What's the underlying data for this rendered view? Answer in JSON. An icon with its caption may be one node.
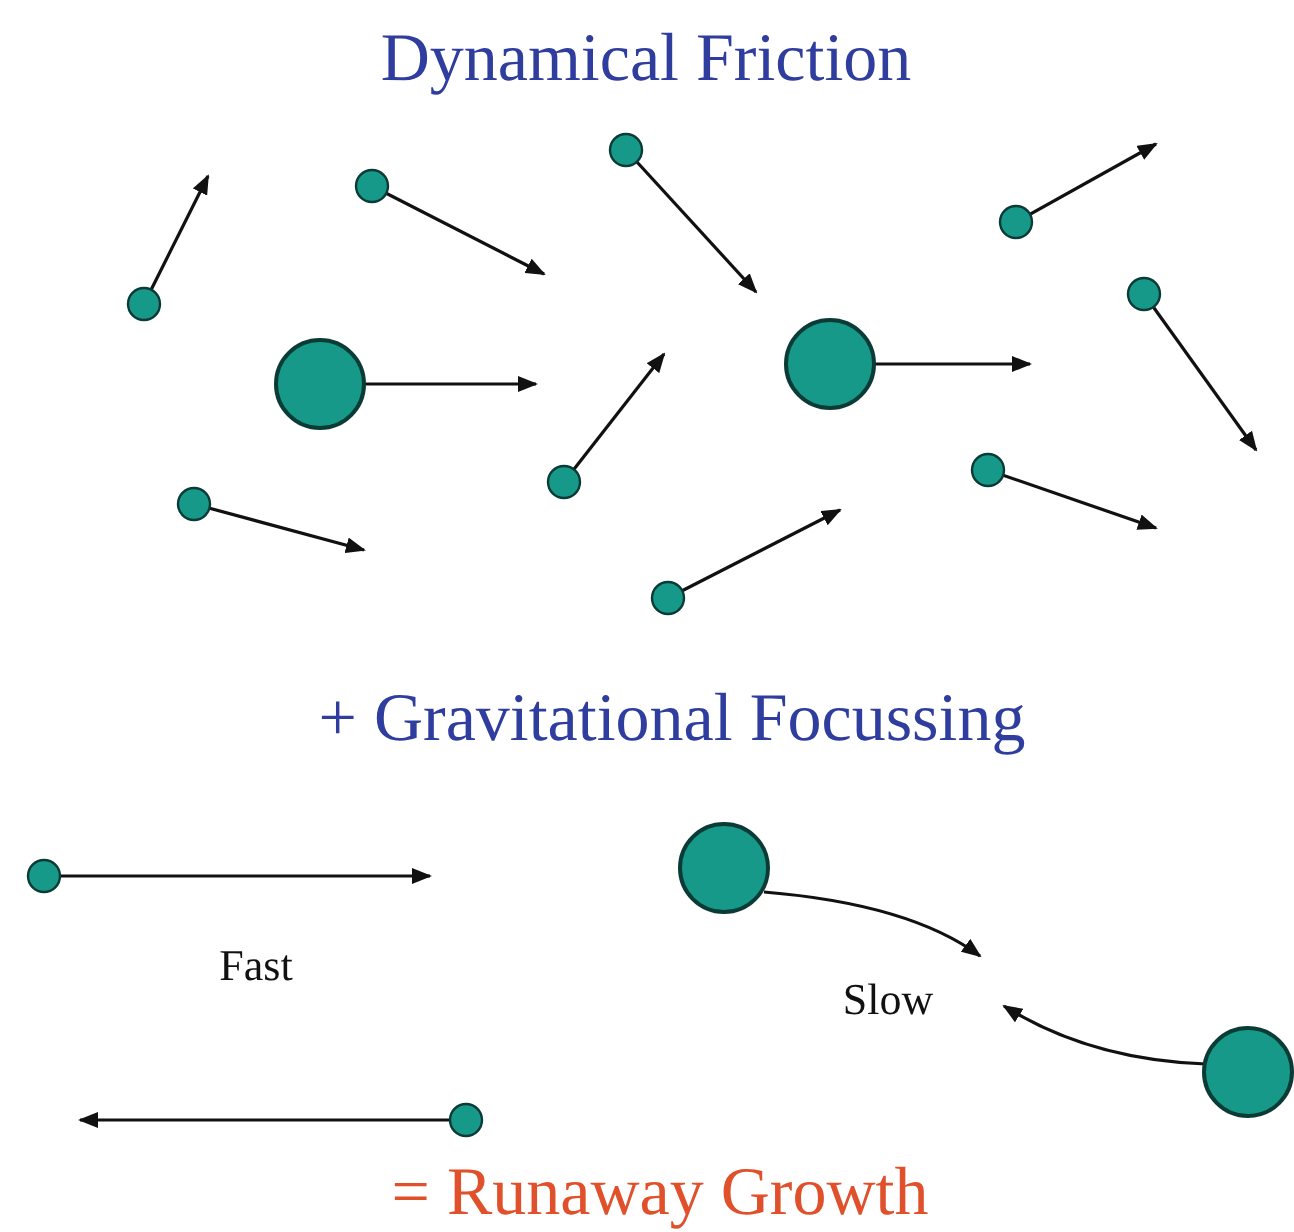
{
  "diagram": {
    "title": "Dynamical Friction",
    "labels": [
      "+ Gravitational Focussing",
      "Fast",
      "Slow",
      "= Runaway Growth"
    ]
  }
}
